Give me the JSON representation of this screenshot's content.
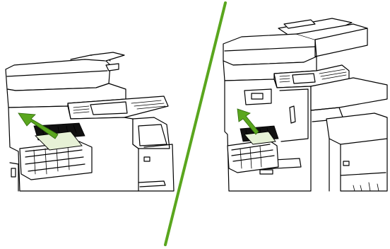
{
  "figure": {
    "description_panels": [
      {
        "id": "left",
        "view": "printer-rear-door-open-paper-removal"
      },
      {
        "id": "right",
        "view": "printer-rear-door-open-paper-removal-alt-model"
      }
    ],
    "colors": {
      "line": "#000000",
      "divider": "#5aa61e",
      "arrow": "#5aa61e",
      "paper": "#e6f1d6",
      "background": "#ffffff"
    },
    "icons": [
      "removal-arrow-icon",
      "removal-arrow-icon"
    ]
  }
}
